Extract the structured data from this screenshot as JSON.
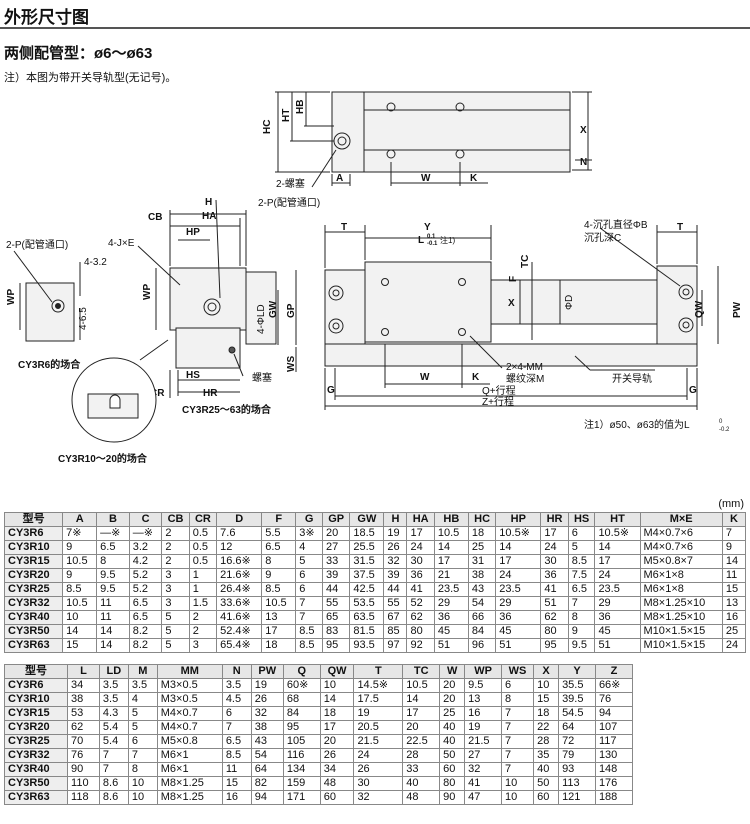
{
  "header": {
    "title": "外形尺寸图"
  },
  "subtitle": "两侧配管型：ø6～ø63",
  "note": "注）本图为带开关导轨型(无记号)。",
  "drawing": {
    "top_view": [
      "HC",
      "HT",
      "HB",
      "A",
      "2-螺塞",
      "W",
      "K",
      "X",
      "N"
    ],
    "end_view": [
      "H",
      "HA",
      "HP",
      "CB",
      "2-P(配管通口)",
      "4-J×E",
      "WP",
      "4-ΦLD",
      "GW",
      "GP",
      "WS",
      "HS",
      "HR",
      "CR",
      "螺塞",
      "CY3R25～63的场合"
    ],
    "cy3r6": [
      "2-P(配管通口)",
      "4-3.2",
      "WP",
      "4-6.5",
      "CY3R6的场合"
    ],
    "cy3r10": [
      "CY3R10～20的场合"
    ],
    "front_view": [
      "T",
      "Y",
      "L",
      "注1)",
      "TC",
      "F",
      "X",
      "ΦD",
      "4-沉孔直径ΦB",
      "沉孔深C",
      "QW",
      "PW",
      "W",
      "K",
      "2×4-MM",
      "螺纹深M",
      "开关导轨",
      "Q+行程",
      "Z+行程",
      "G"
    ],
    "footnote": "注1）ø50、ø63的值为L",
    "l_upper": "0.1",
    "l_lower": "-0.1",
    "fn_upper": "0",
    "fn_lower": "-0.2"
  },
  "unit": "(mm)",
  "table1": {
    "columns": [
      "型号",
      "A",
      "B",
      "C",
      "CB",
      "CR",
      "D",
      "F",
      "G",
      "GP",
      "GW",
      "H",
      "HA",
      "HB",
      "HC",
      "HP",
      "HR",
      "HS",
      "HT",
      "M×E",
      "K"
    ],
    "rows": [
      [
        "CY3R6",
        "7※",
        "—※",
        "—※",
        "2",
        "0.5",
        "7.6",
        "5.5",
        "3※",
        "20",
        "18.5",
        "19",
        "17",
        "10.5",
        "18",
        "10.5※",
        "17",
        "6",
        "10.5※",
        "M4×0.7×6",
        "7"
      ],
      [
        "CY3R10",
        "9",
        "6.5",
        "3.2",
        "2",
        "0.5",
        "12",
        "6.5",
        "4",
        "27",
        "25.5",
        "26",
        "24",
        "14",
        "25",
        "14",
        "24",
        "5",
        "14",
        "M4×0.7×6",
        "9"
      ],
      [
        "CY3R15",
        "10.5",
        "8",
        "4.2",
        "2",
        "0.5",
        "16.6※",
        "8",
        "5",
        "33",
        "31.5",
        "32",
        "30",
        "17",
        "31",
        "17",
        "30",
        "8.5",
        "17",
        "M5×0.8×7",
        "14"
      ],
      [
        "CY3R20",
        "9",
        "9.5",
        "5.2",
        "3",
        "1",
        "21.6※",
        "9",
        "6",
        "39",
        "37.5",
        "39",
        "36",
        "21",
        "38",
        "24",
        "36",
        "7.5",
        "24",
        "M6×1×8",
        "11"
      ],
      [
        "CY3R25",
        "8.5",
        "9.5",
        "5.2",
        "3",
        "1",
        "26.4※",
        "8.5",
        "6",
        "44",
        "42.5",
        "44",
        "41",
        "23.5",
        "43",
        "23.5",
        "41",
        "6.5",
        "23.5",
        "M6×1×8",
        "15"
      ],
      [
        "CY3R32",
        "10.5",
        "11",
        "6.5",
        "3",
        "1.5",
        "33.6※",
        "10.5",
        "7",
        "55",
        "53.5",
        "55",
        "52",
        "29",
        "54",
        "29",
        "51",
        "7",
        "29",
        "M8×1.25×10",
        "13"
      ],
      [
        "CY3R40",
        "10",
        "11",
        "6.5",
        "5",
        "2",
        "41.6※",
        "13",
        "7",
        "65",
        "63.5",
        "67",
        "62",
        "36",
        "66",
        "36",
        "62",
        "8",
        "36",
        "M8×1.25×10",
        "16"
      ],
      [
        "CY3R50",
        "14",
        "14",
        "8.2",
        "5",
        "2",
        "52.4※",
        "17",
        "8.5",
        "83",
        "81.5",
        "85",
        "80",
        "45",
        "84",
        "45",
        "80",
        "9",
        "45",
        "M10×1.5×15",
        "25"
      ],
      [
        "CY3R63",
        "15",
        "14",
        "8.2",
        "5",
        "3",
        "65.4※",
        "18",
        "8.5",
        "95",
        "93.5",
        "97",
        "92",
        "51",
        "96",
        "51",
        "95",
        "9.5",
        "51",
        "M10×1.5×15",
        "24"
      ]
    ]
  },
  "table2": {
    "columns": [
      "型号",
      "L",
      "LD",
      "M",
      "MM",
      "N",
      "PW",
      "Q",
      "QW",
      "T",
      "TC",
      "W",
      "WP",
      "WS",
      "X",
      "Y",
      "Z"
    ],
    "rows": [
      [
        "CY3R6",
        "34",
        "3.5",
        "3.5",
        "M3×0.5",
        "3.5",
        "19",
        "60※",
        "10",
        "14.5※",
        "10.5",
        "20",
        "9.5",
        "6",
        "10",
        "35.5",
        "66※"
      ],
      [
        "CY3R10",
        "38",
        "3.5",
        "4",
        "M3×0.5",
        "4.5",
        "26",
        "68",
        "14",
        "17.5",
        "14",
        "20",
        "13",
        "8",
        "15",
        "39.5",
        "76"
      ],
      [
        "CY3R15",
        "53",
        "4.3",
        "5",
        "M4×0.7",
        "6",
        "32",
        "84",
        "18",
        "19",
        "17",
        "25",
        "16",
        "7",
        "18",
        "54.5",
        "94"
      ],
      [
        "CY3R20",
        "62",
        "5.4",
        "5",
        "M4×0.7",
        "7",
        "38",
        "95",
        "17",
        "20.5",
        "20",
        "40",
        "19",
        "7",
        "22",
        "64",
        "107"
      ],
      [
        "CY3R25",
        "70",
        "5.4",
        "6",
        "M5×0.8",
        "6.5",
        "43",
        "105",
        "20",
        "21.5",
        "22.5",
        "40",
        "21.5",
        "7",
        "28",
        "72",
        "117"
      ],
      [
        "CY3R32",
        "76",
        "7",
        "7",
        "M6×1",
        "8.5",
        "54",
        "116",
        "26",
        "24",
        "28",
        "50",
        "27",
        "7",
        "35",
        "79",
        "130"
      ],
      [
        "CY3R40",
        "90",
        "7",
        "8",
        "M6×1",
        "11",
        "64",
        "134",
        "34",
        "26",
        "33",
        "60",
        "32",
        "7",
        "40",
        "93",
        "148"
      ],
      [
        "CY3R50",
        "110",
        "8.6",
        "10",
        "M8×1.25",
        "15",
        "82",
        "159",
        "48",
        "30",
        "40",
        "80",
        "41",
        "10",
        "50",
        "113",
        "176"
      ],
      [
        "CY3R63",
        "118",
        "8.6",
        "10",
        "M8×1.25",
        "16",
        "94",
        "171",
        "60",
        "32",
        "48",
        "90",
        "47",
        "10",
        "60",
        "121",
        "188"
      ]
    ]
  }
}
